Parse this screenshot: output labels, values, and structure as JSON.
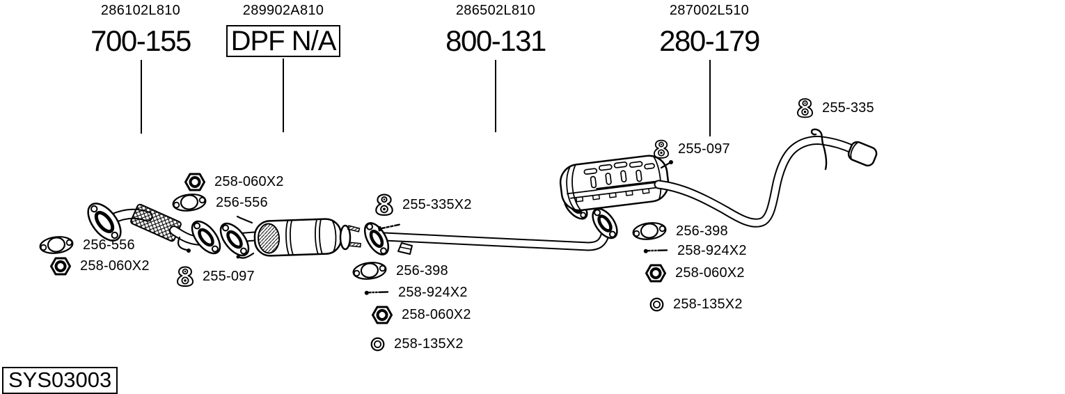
{
  "colors": {
    "line": "#000000",
    "background": "#ffffff"
  },
  "header_columns": [
    {
      "catalog_ref": "286102L810",
      "part_number": "700-155",
      "boxed": false
    },
    {
      "catalog_ref": "289902A810",
      "part_number": "DPF N/A",
      "boxed": true
    },
    {
      "catalog_ref": "286502L810",
      "part_number": "800-131",
      "boxed": false
    },
    {
      "catalog_ref": "287002L510",
      "part_number": "280-179",
      "boxed": false
    }
  ],
  "part_labels": [
    {
      "icon": "nut",
      "text": "258-060X2"
    },
    {
      "icon": "gasket",
      "text": "256-556"
    },
    {
      "icon": "gasket",
      "text": "256-556"
    },
    {
      "icon": "nut",
      "text": "258-060X2"
    },
    {
      "icon": "hanger",
      "text": "255-097"
    },
    {
      "icon": "hanger",
      "text": "255-335X2"
    },
    {
      "icon": "gasket",
      "text": "256-398"
    },
    {
      "icon": "bolt",
      "text": "258-924X2"
    },
    {
      "icon": "nut",
      "text": "258-060X2"
    },
    {
      "icon": "washer",
      "text": "258-135X2"
    },
    {
      "icon": "hanger",
      "text": "255-097"
    },
    {
      "icon": "gasket",
      "text": "256-398"
    },
    {
      "icon": "bolt",
      "text": "258-924X2"
    },
    {
      "icon": "nut",
      "text": "258-060X2"
    },
    {
      "icon": "washer",
      "text": "258-135X2"
    },
    {
      "icon": "hanger",
      "text": "255-335"
    }
  ],
  "diagram_code": "SYS03003"
}
